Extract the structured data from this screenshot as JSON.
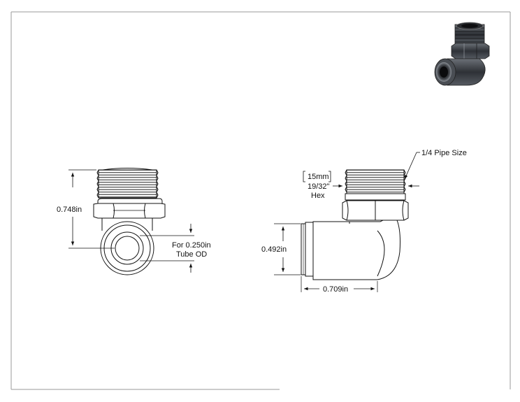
{
  "dimensions": {
    "height_left": "0.748in",
    "tube_od_line1": "For 0.250in",
    "tube_od_line2": "Tube OD",
    "pipe_size": "1/4 Pipe Size",
    "hex_mm": "15mm",
    "hex_in": "19/32\"",
    "hex_word": "Hex",
    "height_right": "0.492in",
    "length": "0.709in"
  },
  "colors": {
    "line": "#111111",
    "frame": "#9a9a9a",
    "photo_body": "#3c3f44"
  }
}
